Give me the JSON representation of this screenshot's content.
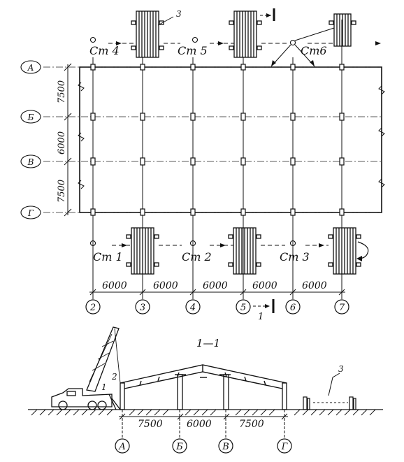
{
  "plan": {
    "stands": [
      "Ст 4",
      "Ст 5",
      "Ст6",
      "Ст 1",
      "Ст 2",
      "Ст 3"
    ],
    "row_axes": [
      "А",
      "Б",
      "В",
      "Г"
    ],
    "col_axes": [
      "2",
      "3",
      "4",
      "5",
      "6",
      "7"
    ],
    "row_spans": [
      "7500",
      "6000",
      "7500"
    ],
    "col_spans": [
      "6000",
      "6000",
      "6000",
      "6000",
      "6000"
    ],
    "callout_stack": "3",
    "section_cut_label": "1"
  },
  "section": {
    "title": "1—1",
    "callout_crane": "2",
    "callout_vehicle": "1",
    "callout_stack": "3",
    "axes": [
      "А",
      "Б",
      "В",
      "Г"
    ],
    "spans": [
      "7500",
      "6000",
      "7500"
    ]
  }
}
